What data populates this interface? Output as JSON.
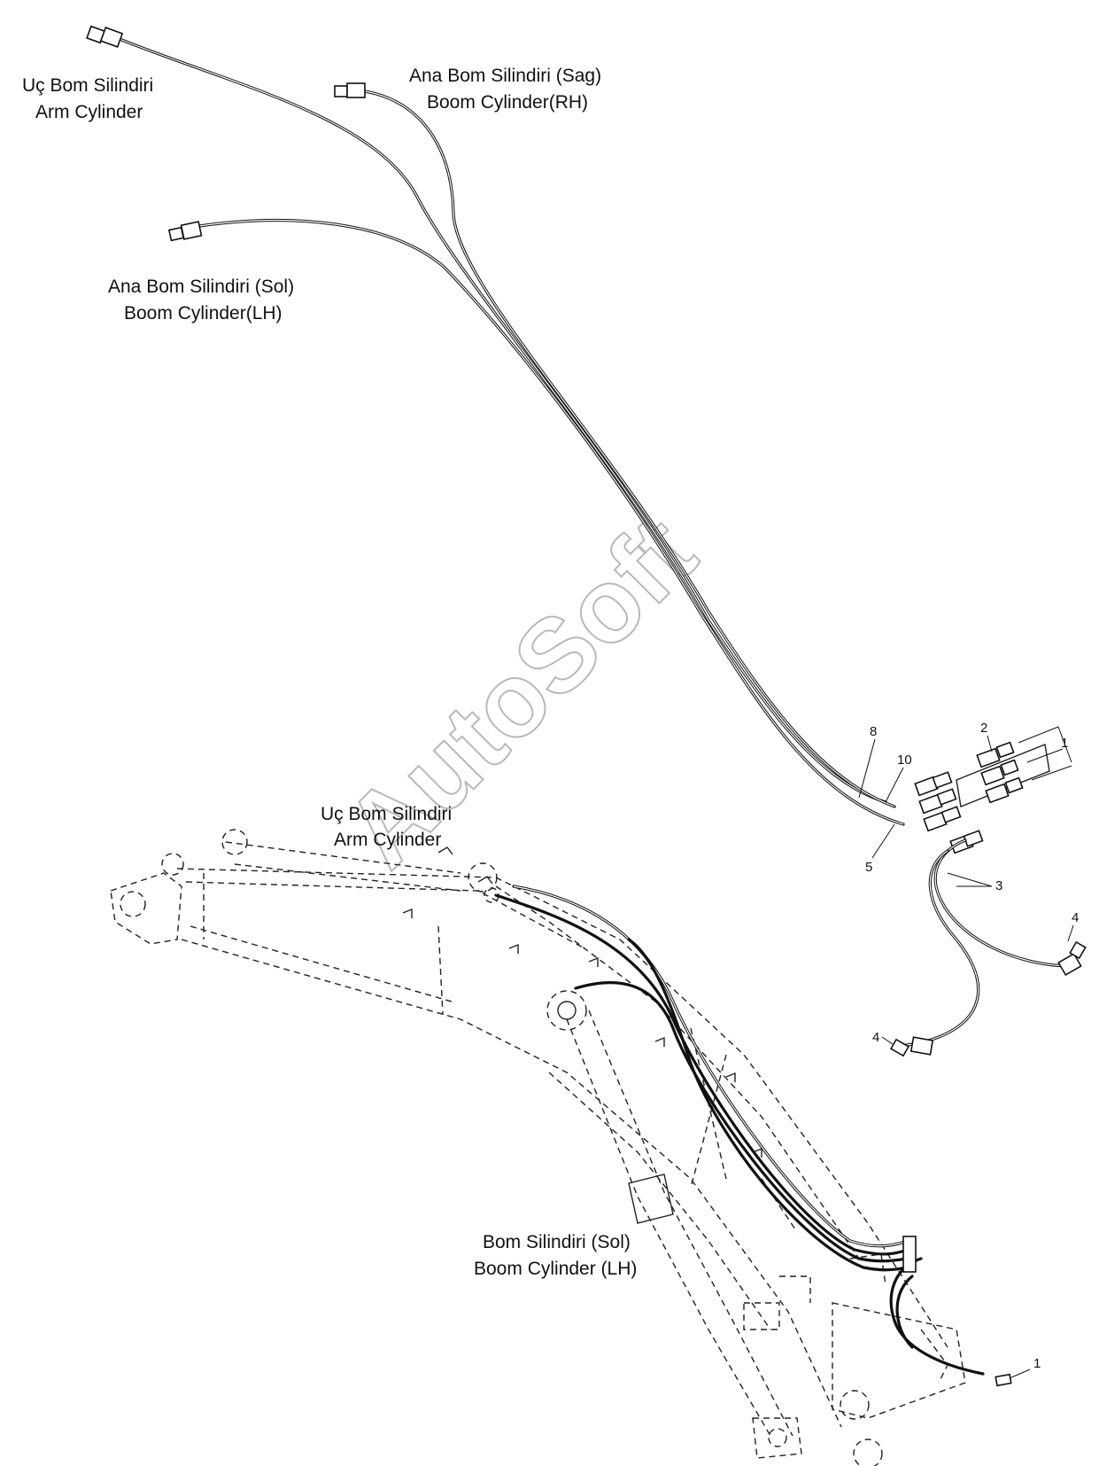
{
  "labels": {
    "arm_cyl_top_tr": "Uç Bom Silindiri",
    "arm_cyl_top_en": "Arm Cylinder",
    "boom_rh_tr": "Ana Bom Silindiri (Sag)",
    "boom_rh_en": "Boom Cylinder(RH)",
    "boom_lh_tr": "Ana Bom Silindiri (Sol)",
    "boom_lh_en": "Boom Cylinder(LH)",
    "arm_cyl_mid_tr": "Uç Bom Silindiri",
    "arm_cyl_mid_en": "Arm Cylinder",
    "boom_sol_tr": "Bom Silindiri (Sol)",
    "boom_sol_en": "Boom Cylinder (LH)"
  },
  "callouts": {
    "c8": "8",
    "c10": "10",
    "c5": "5",
    "c2": "2",
    "c1_top": "1",
    "c3": "3",
    "c4_right": "4",
    "c4_bottom": "4",
    "c1_bottom": "1"
  },
  "watermark": "AutoSoft",
  "colors": {
    "line": "#111111",
    "watermark": "#b9b9b9",
    "background": "#ffffff"
  }
}
